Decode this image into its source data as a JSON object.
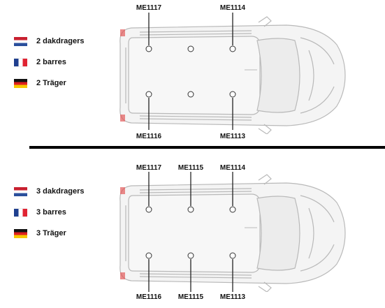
{
  "sections": [
    {
      "legend": [
        {
          "flag": "nl",
          "text": "2 dakdragers"
        },
        {
          "flag": "fr",
          "text": "2 barres"
        },
        {
          "flag": "de",
          "text": "2 Träger"
        }
      ],
      "top_codes": [
        "ME1117",
        "ME1114"
      ],
      "bottom_codes": [
        "ME1116",
        "ME1113"
      ]
    },
    {
      "legend": [
        {
          "flag": "nl",
          "text": "3 dakdragers"
        },
        {
          "flag": "fr",
          "text": "3 barres"
        },
        {
          "flag": "de",
          "text": "3 Träger"
        }
      ],
      "top_codes": [
        "ME1117",
        "ME1115",
        "ME1114"
      ],
      "bottom_codes": [
        "ME1116",
        "ME1115",
        "ME1113"
      ]
    }
  ],
  "colors": {
    "flag_nl": [
      "#c8202f",
      "#ffffff",
      "#2a4f9c"
    ],
    "flag_fr": [
      "#1f3f8f",
      "#ffffff",
      "#e02332"
    ],
    "flag_de": [
      "#111111",
      "#dd1f1f",
      "#f7c800"
    ],
    "tail_light": "#e25a5a",
    "divider": "#000000"
  }
}
